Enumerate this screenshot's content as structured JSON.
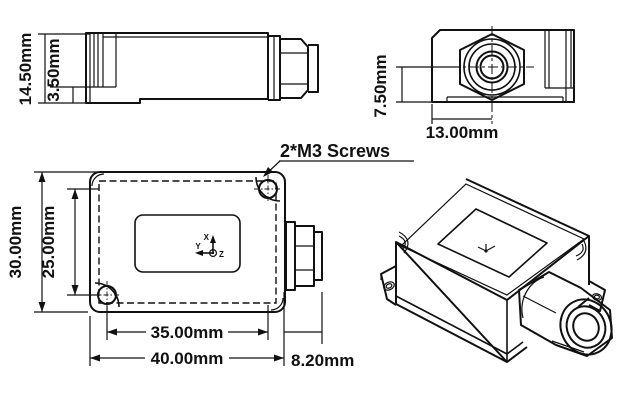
{
  "page": {
    "background_color": "#ffffff",
    "line_color": "#111111"
  },
  "side_view": {
    "overall_height": "14.50mm",
    "base_height": "3.50mm"
  },
  "front_view": {
    "gland_center_height": "7.50mm",
    "gland_center_offset": "13.00mm"
  },
  "top_view": {
    "body_width": "30.00mm",
    "hole_pitch_width": "25.00mm",
    "hole_pitch_length": "35.00mm",
    "body_length": "40.00mm",
    "gland_protrusion": "8.20mm",
    "screw_callout": "2*M3 Screws",
    "axis_x": "X",
    "axis_y": "Y",
    "axis_z": "Z"
  }
}
